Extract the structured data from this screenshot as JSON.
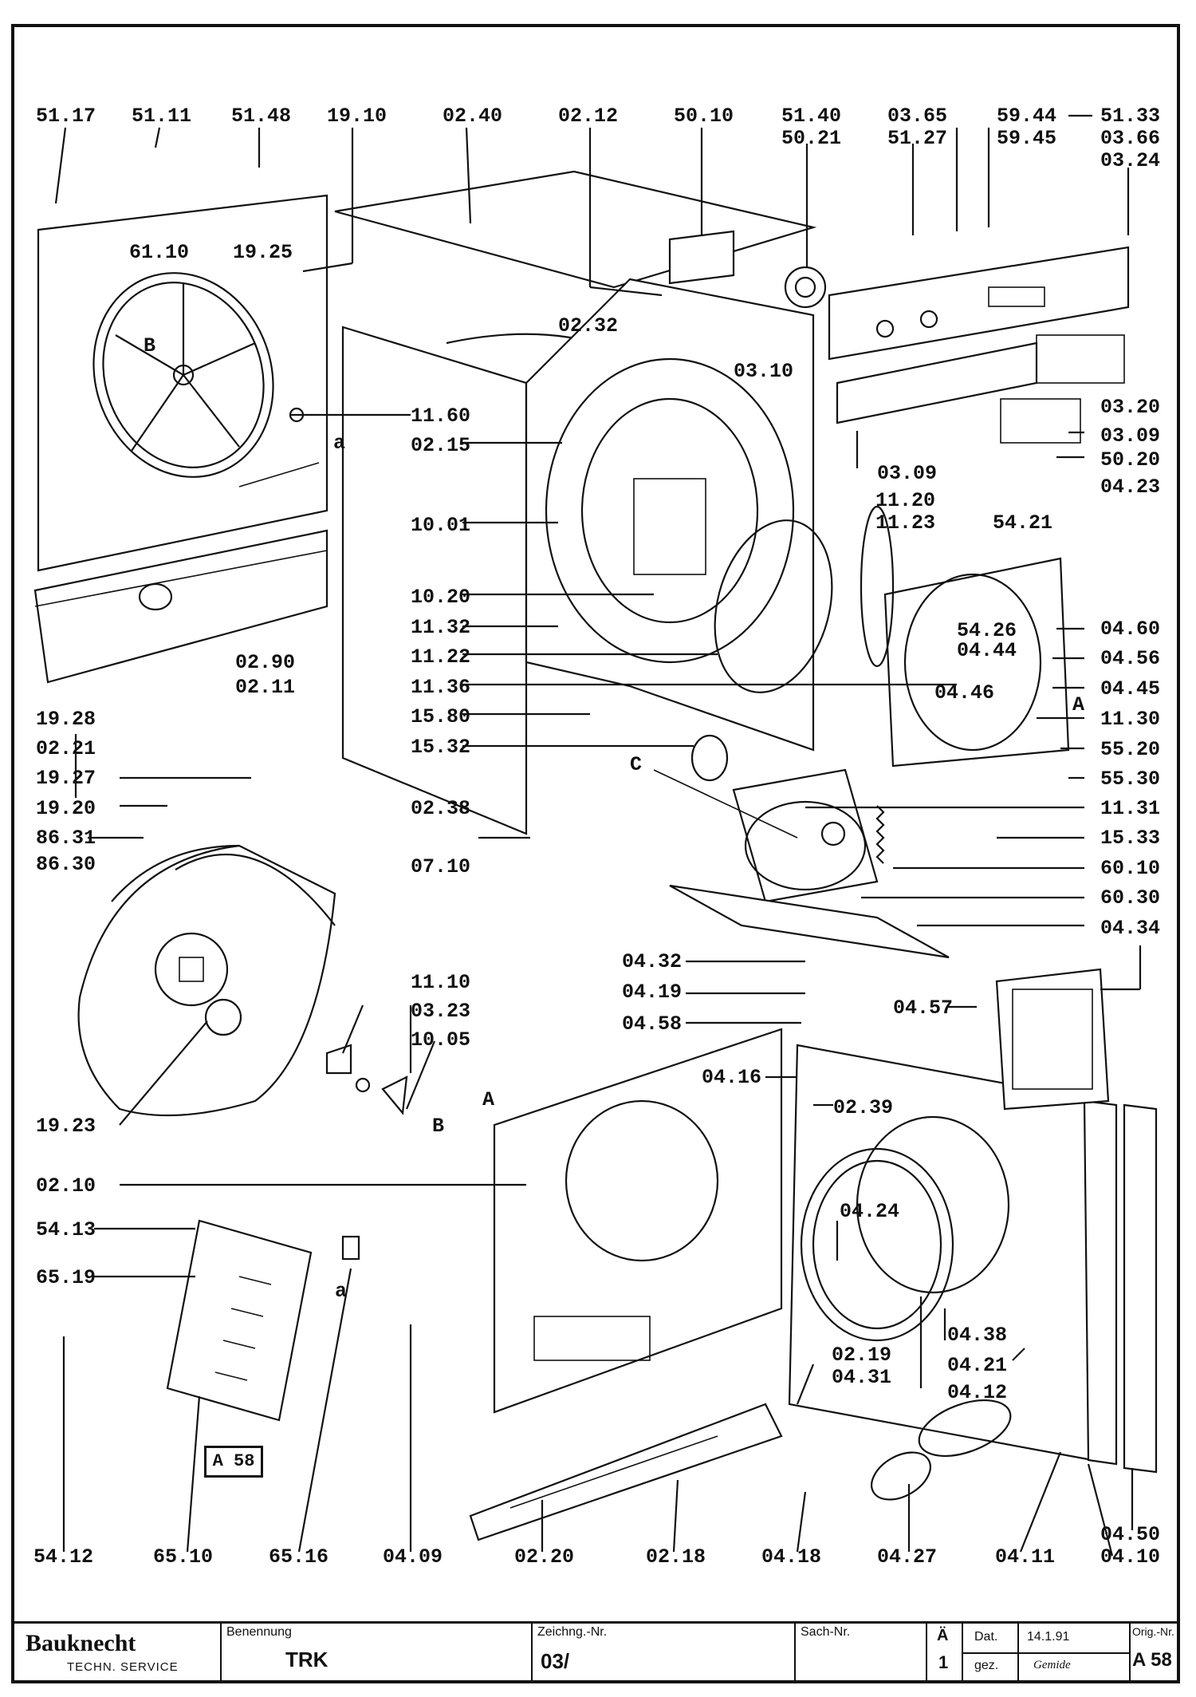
{
  "labels": [
    {
      "id": "51.17",
      "text": "51.17"
    },
    {
      "id": "51.11",
      "text": "51.11"
    },
    {
      "id": "51.48",
      "text": "51.48"
    },
    {
      "id": "19.10",
      "text": "19.10"
    },
    {
      "id": "02.40",
      "text": "02.40"
    },
    {
      "id": "02.12",
      "text": "02.12"
    },
    {
      "id": "50.10",
      "text": "50.10"
    },
    {
      "id": "51.40",
      "text": "51.40"
    },
    {
      "id": "50.21",
      "text": "50.21"
    },
    {
      "id": "03.65",
      "text": "03.65"
    },
    {
      "id": "51.27",
      "text": "51.27"
    },
    {
      "id": "59.44",
      "text": "59.44"
    },
    {
      "id": "59.45",
      "text": "59.45"
    },
    {
      "id": "51.33",
      "text": "51.33"
    },
    {
      "id": "03.66",
      "text": "03.66"
    },
    {
      "id": "03.24",
      "text": "03.24"
    },
    {
      "id": "61.10",
      "text": "61.10"
    },
    {
      "id": "19.25",
      "text": "19.25"
    },
    {
      "id": "02.32",
      "text": "02.32"
    },
    {
      "id": "03.10",
      "text": "03.10"
    },
    {
      "id": "03.20",
      "text": "03.20"
    },
    {
      "id": "B1",
      "text": "B"
    },
    {
      "id": "11.60",
      "text": "11.60"
    },
    {
      "id": "a1",
      "text": "a"
    },
    {
      "id": "02.15",
      "text": "02.15"
    },
    {
      "id": "03.09r",
      "text": "03.09"
    },
    {
      "id": "50.20",
      "text": "50.20"
    },
    {
      "id": "03.09",
      "text": "03.09"
    },
    {
      "id": "04.23",
      "text": "04.23"
    },
    {
      "id": "11.20",
      "text": "11.20"
    },
    {
      "id": "11.23",
      "text": "11.23"
    },
    {
      "id": "54.21",
      "text": "54.21"
    },
    {
      "id": "10.01",
      "text": "10.01"
    },
    {
      "id": "10.20",
      "text": "10.20"
    },
    {
      "id": "04.60",
      "text": "04.60"
    },
    {
      "id": "11.32",
      "text": "11.32"
    },
    {
      "id": "54.26",
      "text": "54.26"
    },
    {
      "id": "04.44",
      "text": "04.44"
    },
    {
      "id": "04.56",
      "text": "04.56"
    },
    {
      "id": "02.90",
      "text": "02.90"
    },
    {
      "id": "11.22",
      "text": "11.22"
    },
    {
      "id": "02.11",
      "text": "02.11"
    },
    {
      "id": "11.36",
      "text": "11.36"
    },
    {
      "id": "04.45",
      "text": "04.45"
    },
    {
      "id": "04.46",
      "text": "04.46"
    },
    {
      "id": "A1",
      "text": "A"
    },
    {
      "id": "19.28",
      "text": "19.28"
    },
    {
      "id": "15.80",
      "text": "15.80"
    },
    {
      "id": "11.30",
      "text": "11.30"
    },
    {
      "id": "02.21",
      "text": "02.21"
    },
    {
      "id": "15.32",
      "text": "15.32"
    },
    {
      "id": "55.20",
      "text": "55.20"
    },
    {
      "id": "19.27",
      "text": "19.27"
    },
    {
      "id": "C1",
      "text": "C"
    },
    {
      "id": "55.30",
      "text": "55.30"
    },
    {
      "id": "19.20",
      "text": "19.20"
    },
    {
      "id": "02.38",
      "text": "02.38"
    },
    {
      "id": "11.31",
      "text": "11.31"
    },
    {
      "id": "86.31",
      "text": "86.31"
    },
    {
      "id": "15.33",
      "text": "15.33"
    },
    {
      "id": "86.30",
      "text": "86.30"
    },
    {
      "id": "07.10",
      "text": "07.10"
    },
    {
      "id": "60.10",
      "text": "60.10"
    },
    {
      "id": "60.30",
      "text": "60.30"
    },
    {
      "id": "04.34",
      "text": "04.34"
    },
    {
      "id": "04.32",
      "text": "04.32"
    },
    {
      "id": "11.10",
      "text": "11.10"
    },
    {
      "id": "04.19",
      "text": "04.19"
    },
    {
      "id": "04.57",
      "text": "04.57"
    },
    {
      "id": "03.23",
      "text": "03.23"
    },
    {
      "id": "04.58",
      "text": "04.58"
    },
    {
      "id": "10.05",
      "text": "10.05"
    },
    {
      "id": "A2",
      "text": "A"
    },
    {
      "id": "04.16",
      "text": "04.16"
    },
    {
      "id": "19.23",
      "text": "19.23"
    },
    {
      "id": "B2",
      "text": "B"
    },
    {
      "id": "02.39",
      "text": "02.39"
    },
    {
      "id": "02.10",
      "text": "02.10"
    },
    {
      "id": "04.24",
      "text": "04.24"
    },
    {
      "id": "54.13",
      "text": "54.13"
    },
    {
      "id": "65.19",
      "text": "65.19"
    },
    {
      "id": "a2",
      "text": "a"
    },
    {
      "id": "04.38",
      "text": "04.38"
    },
    {
      "id": "04.21",
      "text": "04.21"
    },
    {
      "id": "02.19",
      "text": "02.19"
    },
    {
      "id": "04.31",
      "text": "04.31"
    },
    {
      "id": "04.12",
      "text": "04.12"
    },
    {
      "id": "54.12",
      "text": "54.12"
    },
    {
      "id": "65.10",
      "text": "65.10"
    },
    {
      "id": "65.16",
      "text": "65.16"
    },
    {
      "id": "04.09",
      "text": "04.09"
    },
    {
      "id": "02.20",
      "text": "02.20"
    },
    {
      "id": "02.18",
      "text": "02.18"
    },
    {
      "id": "04.18",
      "text": "04.18"
    },
    {
      "id": "04.27",
      "text": "04.27"
    },
    {
      "id": "04.11",
      "text": "04.11"
    },
    {
      "id": "04.50",
      "text": "04.50"
    },
    {
      "id": "04.10",
      "text": "04.10"
    }
  ],
  "ref_box": "A 58",
  "title_block": {
    "logo": "Bauknecht",
    "logo_sub": "TECHN. SERVICE",
    "benennung_label": "Benennung",
    "benennung_value": "TRK",
    "zeichng_label": "Zeichng.-Nr.",
    "zeichng_value": "03/",
    "sach_label": "Sach-Nr.",
    "ae_label": "Ä",
    "ae_value": "1",
    "dat_label": "Dat.",
    "dat_value": "14.1.91",
    "gez_label": "gez.",
    "gez_value": "Gemide",
    "orig_label": "Orig.-Nr.",
    "orig_value": "A 58"
  }
}
